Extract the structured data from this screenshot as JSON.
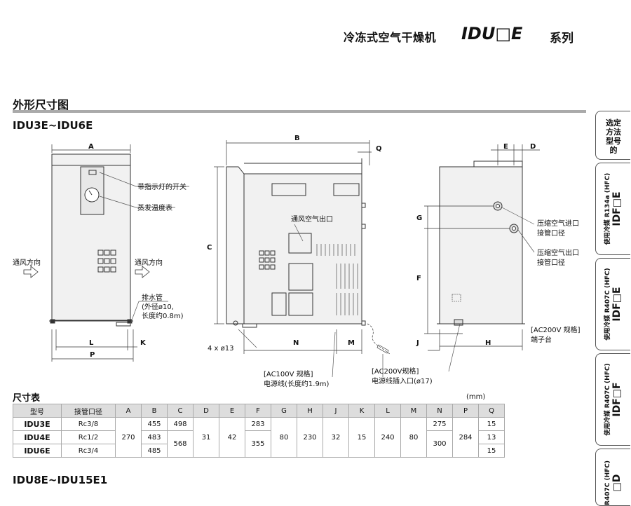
{
  "header": {
    "title": "冷冻式空气干燥机",
    "model": "IDU□E",
    "series": "系列"
  },
  "section": {
    "title": "外形尺寸图",
    "subsection_1": "IDU3E~IDU6E",
    "subsection_2": "IDU8E~IDU15E1"
  },
  "front_view": {
    "callouts": [
      "带指示灯的开关",
      "蒸发温度表",
      "排水管",
      "(外径ø10,",
      "长度约0.8m)"
    ],
    "airflow_in": "通风方向",
    "airflow_out": "通风方向",
    "dims": [
      "A",
      "L",
      "K",
      "P"
    ]
  },
  "side_view": {
    "callouts": [
      "通风空气出口",
      "4 x ø13",
      "[AC100V 规格]",
      "电源线(长度约1.9m)",
      "[AC200V规格]",
      "电源线插入口(ø17)"
    ],
    "dims": [
      "B",
      "Q",
      "C",
      "N",
      "M"
    ]
  },
  "rear_view": {
    "callouts": [
      "压缩空气进口",
      "接管口径",
      "压缩空气出口",
      "接管口径",
      "[AC200V 规格]",
      "端子台"
    ],
    "dims": [
      "E",
      "D",
      "G",
      "F",
      "J",
      "H"
    ]
  },
  "sidebar": {
    "tabs": [
      {
        "lines": [
          "选定",
          "方法",
          "型号",
          "的"
        ]
      },
      {
        "small1": "使用冷媒",
        "small2": "R134a (HFC)",
        "big": "IDF□E"
      },
      {
        "small1": "使用冷媒",
        "small2": "R407C (HFC)",
        "big": "IDF□E"
      },
      {
        "small1": "使用冷媒",
        "small2": "R407C (HFC)",
        "big": "IDF□F"
      },
      {
        "small1": "",
        "small2": "R407C (HFC)",
        "big": "□D"
      }
    ]
  },
  "table": {
    "title": "尺寸表",
    "unit": "(mm)",
    "headers": [
      "型号",
      "接管口径",
      "A",
      "B",
      "C",
      "D",
      "E",
      "F",
      "G",
      "H",
      "J",
      "K",
      "L",
      "M",
      "N",
      "P",
      "Q"
    ],
    "rows": [
      {
        "model": "IDU3E",
        "port": "Rc3/8",
        "A": "270",
        "B": "455",
        "C": "498",
        "D": "31",
        "E": "42",
        "F": "283",
        "G": "80",
        "H": "230",
        "J": "32",
        "K": "15",
        "L": "240",
        "M": "80",
        "N": "275",
        "P": "284",
        "Q": "15"
      },
      {
        "model": "IDU4E",
        "port": "Rc1/2",
        "B": "483",
        "C": "568",
        "F": "355",
        "N": "300",
        "Q": "13"
      },
      {
        "model": "IDU6E",
        "port": "Rc3/4",
        "B": "485",
        "Q": "15"
      }
    ]
  }
}
